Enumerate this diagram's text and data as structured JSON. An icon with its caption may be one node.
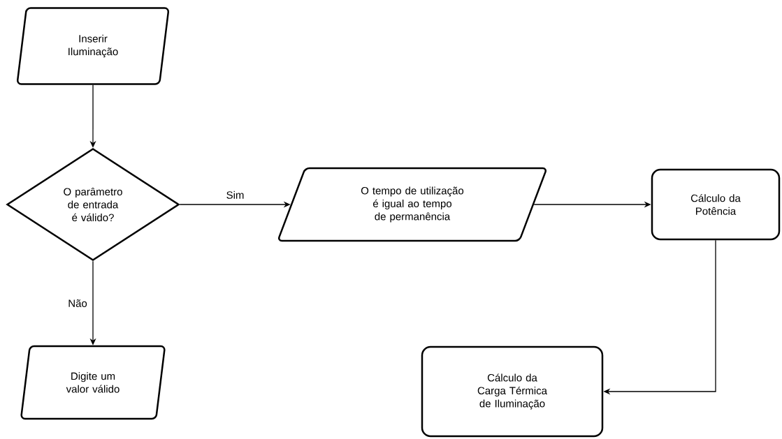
{
  "diagram": {
    "nodes": [
      {
        "text": [
          "Inserir Iluminação"
        ]
      },
      {
        "text": [
          "O parâmetro de entrada é válido?"
        ]
      },
      {
        "text": [
          "Digite um valor válido"
        ]
      },
      {
        "text": [
          "O tempo de utilização é igual ao tempo de permanência"
        ]
      },
      {
        "text": [
          "Cálculo da Potência"
        ]
      },
      {
        "text": [
          "Cálculo da Carga Térmica de Iluminação"
        ]
      }
    ],
    "edges": [
      {
        "from": 0,
        "to": 1,
        "arrow": "to"
      },
      {
        "from": 1,
        "to": 3,
        "arrow": "to",
        "label": "Sim"
      },
      {
        "from": 1,
        "to": 2,
        "arrow": "to",
        "label": "Não"
      },
      {
        "from": 3,
        "to": 4,
        "arrow": "to"
      },
      {
        "from": 4,
        "to": 5,
        "arrow": "to"
      }
    ]
  }
}
